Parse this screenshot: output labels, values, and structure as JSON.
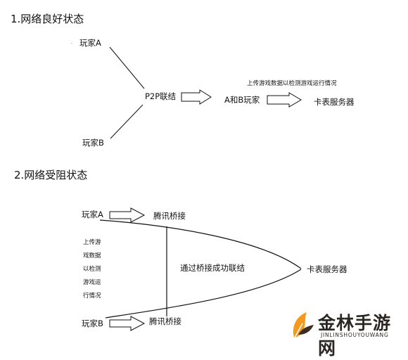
{
  "section1": {
    "heading": "1.网络良好状态",
    "node_a": "玩家A",
    "node_b": "玩家B",
    "p2p": "P2P联结",
    "ab": "A和B玩家",
    "server": "卡表服务器",
    "upload_note": "上传游戏数据以检测游戏运行情况"
  },
  "section2": {
    "heading": "2.网络受阻状态",
    "player_a": "玩家A",
    "player_b": "玩家B",
    "bridge_top": "腾讯桥接",
    "bridge_bottom": "腾讯桥接",
    "success": "通过桥接成功联结",
    "server": "卡表服务器",
    "upload_lines": [
      "上传游",
      "戏数据",
      "以检测",
      "游戏运",
      "行情况"
    ]
  },
  "watermark": {
    "title": "金林手游网",
    "subtitle": "JINLINSHOUYOUWANG"
  },
  "colors": {
    "line": "#111111",
    "logo_orange": "#f39a1e",
    "logo_dark": "#3a2f22"
  }
}
